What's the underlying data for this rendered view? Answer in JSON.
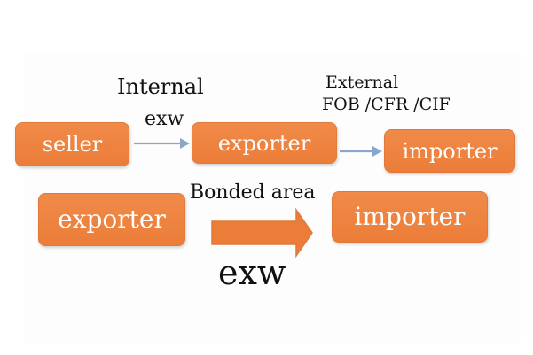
{
  "diagram": {
    "labels": {
      "internal": "Internal",
      "exw_top": "exw",
      "external": "External",
      "external_terms": "FOB /CFR /CIF",
      "bonded_area": "Bonded area",
      "exw_bottom": "exw"
    },
    "boxes": {
      "seller": "seller",
      "exporter_top": "exporter",
      "importer_top": "importer",
      "exporter_bottom": "exporter",
      "importer_bottom": "importer"
    },
    "colors": {
      "box_fill": "#ec7d39",
      "box_border": "#e07a3a",
      "arrow_blue": "#8aa6cf",
      "arrow_orange": "#ec7d39",
      "text": "#111111"
    }
  }
}
